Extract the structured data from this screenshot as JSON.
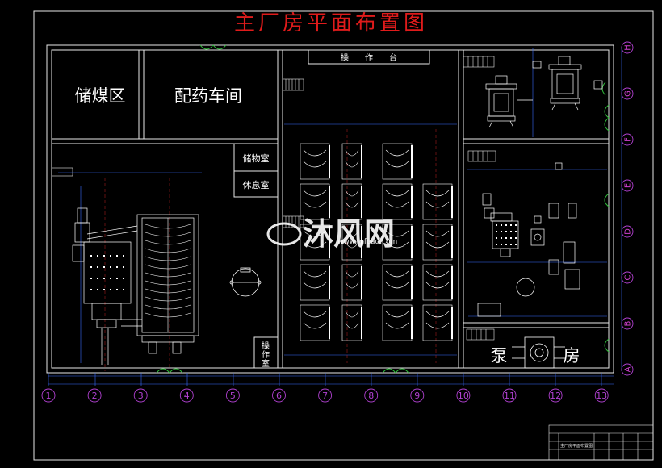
{
  "drawing": {
    "title": "主厂房平面布置图",
    "rooms": {
      "coal_storage": "储煤区",
      "dosing_workshop": "配药车间",
      "storage_room": "储物室",
      "rest_room": "休息室",
      "operation_room_line1": "操",
      "operation_room_line2": "作",
      "operation_room_line3": "室",
      "operation_desk": "操　　作　　台",
      "pump_house_left": "泵",
      "pump_house_right": "房"
    },
    "axis_columns": [
      "1",
      "2",
      "3",
      "4",
      "5",
      "6",
      "7",
      "8",
      "9",
      "10",
      "11",
      "12",
      "13"
    ],
    "axis_rows": [
      "H",
      "G",
      "F",
      "E",
      "D",
      "C",
      "B",
      "A"
    ],
    "title_block": {
      "drawing_name": "主厂房平面布置图"
    },
    "watermark": {
      "text": "沐风网",
      "url": "www.mfcad.com"
    }
  },
  "colors": {
    "wall": "#e8e8e8",
    "title": "#e01b1b",
    "axis": "#b040d0",
    "dimension": "#3a6cff",
    "equipment": "#ffffff",
    "door": "#2fbf3a"
  }
}
